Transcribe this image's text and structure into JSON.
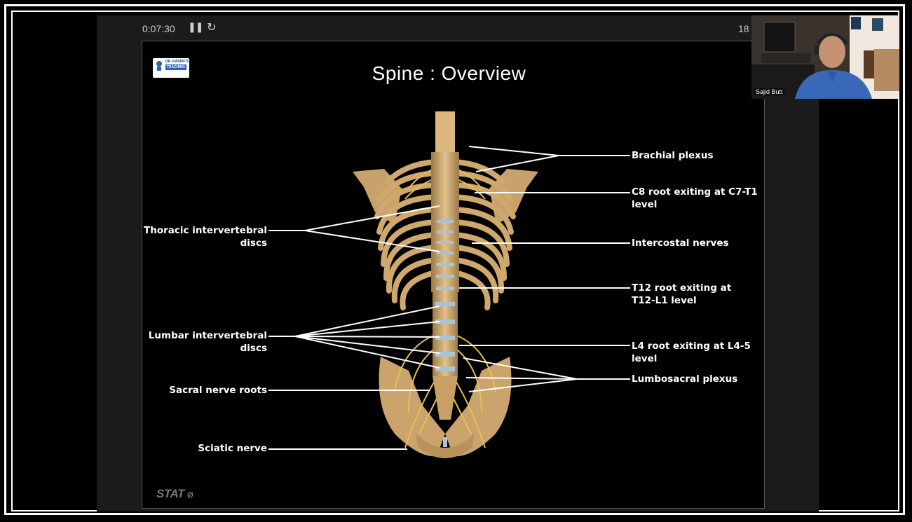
{
  "player": {
    "time": "0:07:30",
    "pause_icon": "pause-icon",
    "refresh_icon": "refresh-icon",
    "page_number": "18"
  },
  "slide": {
    "title": "Spine : Overview",
    "logo": "DR. KASHIF'S TEACHING",
    "watermark": "STAT",
    "labels_right": [
      {
        "id": "brachial",
        "text": "Brachial plexus"
      },
      {
        "id": "c8",
        "text": "C8 root exiting at C7-T1 level"
      },
      {
        "id": "intercostal",
        "text": "Intercostal nerves"
      },
      {
        "id": "t12",
        "text": "T12 root exiting at T12-L1 level"
      },
      {
        "id": "l4",
        "text": "L4 root exiting at L4-5 level"
      },
      {
        "id": "lumbosacral",
        "text": "Lumbosacral plexus"
      }
    ],
    "labels_left": [
      {
        "id": "thoracic",
        "text": "Thoracic intervertebral discs"
      },
      {
        "id": "lumbar",
        "text": "Lumbar intervertebral discs"
      },
      {
        "id": "sacral",
        "text": "Sacral nerve roots"
      },
      {
        "id": "sciatic",
        "text": "Sciatic nerve"
      }
    ]
  },
  "participant": {
    "name": "Sajid Butt"
  },
  "colors": {
    "bone": "#d8b37a",
    "bone_dark": "#a9824c",
    "disc": "#a8c4d6",
    "nerve": "#e8c25a",
    "slide_bg": "#000000",
    "stage_bg": "#1b1b1b"
  }
}
